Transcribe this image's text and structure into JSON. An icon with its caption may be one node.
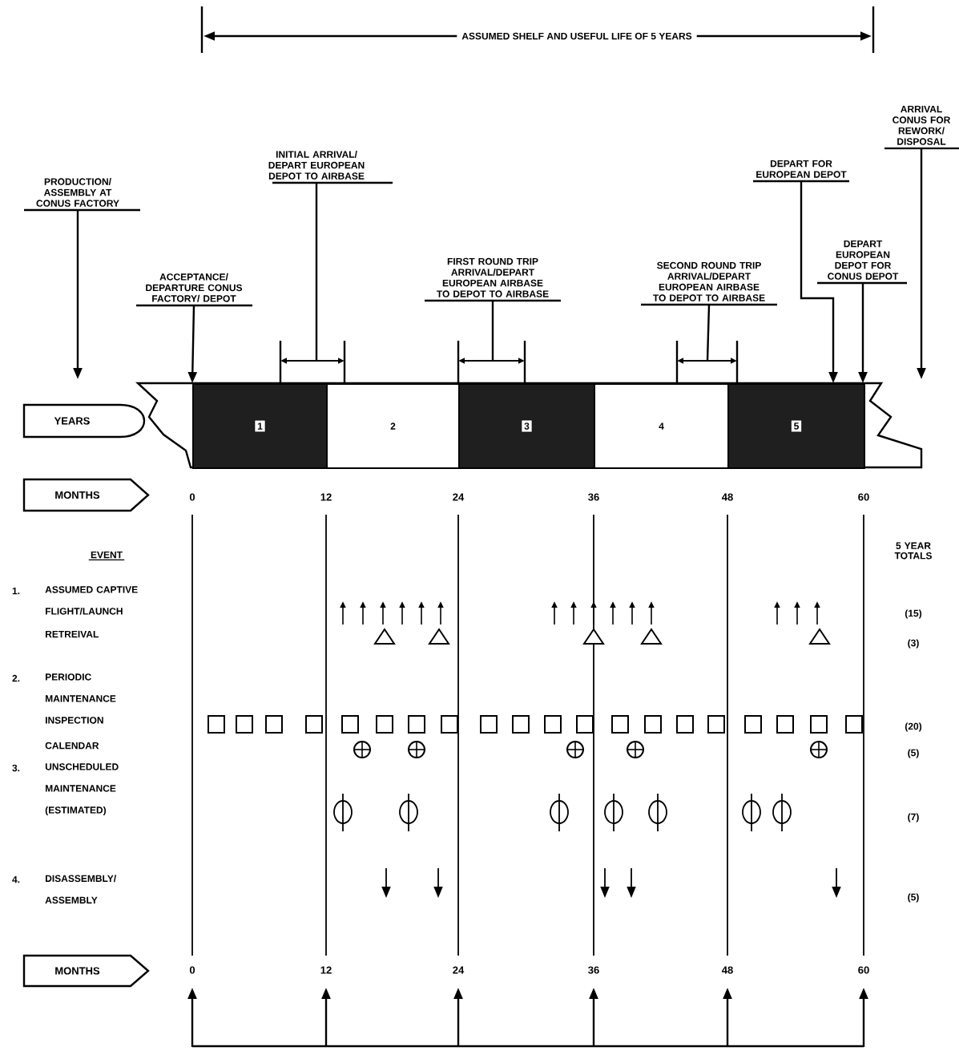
{
  "diagram": {
    "nodes": [
      {
        "text": [
          "PRODUCTION/ ASSEMBLY AT CONUS FACTORY"
        ]
      },
      {
        "text": [
          "ACCEPTANCE/ DEPARTURE CONUS FACTORY/ DEPOT"
        ]
      },
      {
        "text": [
          "INITIAL ARRIVAL/ DEPART EUROPEAN DEPOT TO AIRBASE"
        ]
      },
      {
        "text": [
          "FIRST ROUND TRIP ARRIVAL/DEPART EUROPEAN AIRBASE TO DEPOT TO AIRBASE"
        ]
      },
      {
        "text": [
          "SECOND ROUND TRIP ARRIVAL/DEPART EUROPEAN AIRBASE TO DEPOT TO AIRBASE"
        ]
      },
      {
        "text": [
          "DEPART FOR EUROPEAN DEPOT"
        ]
      },
      {
        "text": [
          "DEPART EUROPEAN DEPOT FOR CONUS DEPOT"
        ]
      },
      {
        "text": [
          "ARRIVAL CONUS FOR REWORK/ DISPOSAL"
        ]
      },
      {
        "text": [
          "YEARS"
        ]
      },
      {
        "text": [],
        "shape": "bar"
      },
      {
        "text": [
          "1"
        ],
        "in": 9
      },
      {
        "text": [
          "2"
        ],
        "in": 9
      },
      {
        "text": [
          "3"
        ],
        "in": 9
      },
      {
        "text": [
          "4"
        ],
        "in": 9
      },
      {
        "text": [
          "5"
        ],
        "in": 9
      },
      {
        "text": [
          "MONTHS"
        ]
      },
      {
        "text": [
          "MONTHS"
        ]
      }
    ],
    "edges": [
      {
        "from": 0,
        "to": null,
        "arrow": "to"
      },
      {
        "from": 1,
        "to": 10,
        "arrow": "to"
      },
      {
        "from": 2,
        "to": null,
        "arrow": "none"
      },
      {
        "from": 3,
        "to": null,
        "arrow": "none"
      },
      {
        "from": 4,
        "to": null,
        "arrow": "none"
      },
      {
        "from": 5,
        "to": 14,
        "arrow": "to"
      },
      {
        "from": 6,
        "to": 14,
        "arrow": "to"
      },
      {
        "from": 7,
        "to": null,
        "arrow": "to"
      }
    ],
    "labels": [
      "ASSUMED SHELF AND USEFUL LIFE OF 5 YEARS",
      "0",
      "12",
      "24",
      "36",
      "48",
      "60",
      "EVENT",
      "5 YEAR TOTALS",
      "1.",
      "ASSUMED CAPTIVE FLIGHT/LAUNCH",
      "(15)",
      "RETREIVAL",
      "(3)",
      "2.",
      "PERIODIC MAINTENANCE INSPECTION",
      "(20)",
      "CALENDAR",
      "(5)",
      "3.",
      "UNSCHEDULED MAINTENANCE (ESTIMATED)",
      "(7)",
      "4.",
      "DISASSEMBLY/ ASSEMBLY",
      "(5)",
      "0",
      "12",
      "24",
      "36",
      "48",
      "60"
    ]
  }
}
